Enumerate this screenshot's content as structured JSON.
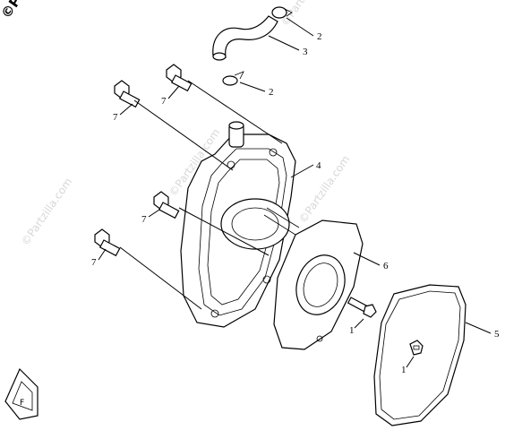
{
  "watermark": {
    "corner_text": "©P",
    "text": "©Partzilla.com"
  },
  "callouts": [
    {
      "id": "c-2a",
      "text": "2"
    },
    {
      "id": "c-3",
      "text": "3"
    },
    {
      "id": "c-2b",
      "text": "2"
    },
    {
      "id": "c-7a",
      "text": "7"
    },
    {
      "id": "c-7b",
      "text": "7"
    },
    {
      "id": "c-4",
      "text": "4"
    },
    {
      "id": "c-7c",
      "text": "7"
    },
    {
      "id": "c-7d",
      "text": "7"
    },
    {
      "id": "c-6",
      "text": "6"
    },
    {
      "id": "c-5",
      "text": "5"
    },
    {
      "id": "c-1a",
      "text": "1"
    },
    {
      "id": "c-1b",
      "text": "1"
    }
  ]
}
